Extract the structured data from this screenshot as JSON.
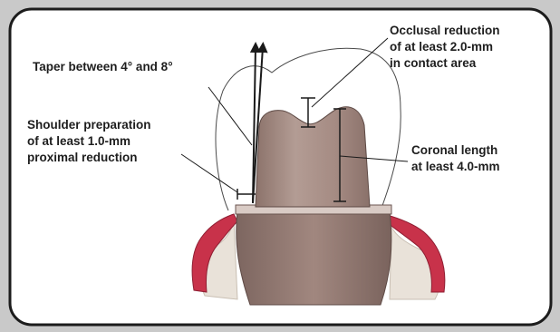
{
  "labels": {
    "taper": "Taper between 4° and 8°",
    "occlusal_1": "Occlusal reduction",
    "occlusal_2": "of at least 2.0-mm",
    "occlusal_3": "in contact area",
    "shoulder_1": "Shoulder preparation",
    "shoulder_2": "of at least 1.0-mm",
    "shoulder_3": "proximal reduction",
    "coronal_1": "Coronal length",
    "coronal_2": "at least 4.0-mm"
  },
  "colors": {
    "frame_border": "#1c1c1c",
    "background": "#ffffff",
    "gingiva": "#c8324a",
    "tooth": "#a88e86",
    "bone": "#e9e2d9",
    "annotation_line": "#1a1a1a"
  },
  "icons": [
    "taper-arrow-icon"
  ]
}
